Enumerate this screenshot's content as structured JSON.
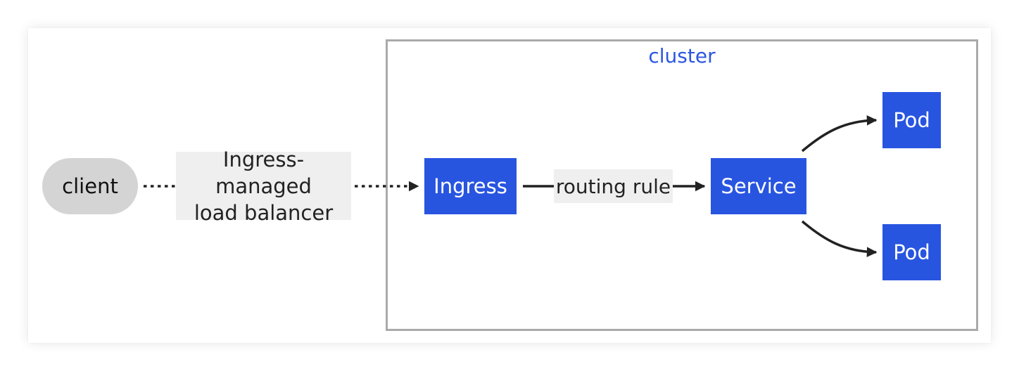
{
  "cluster": {
    "title": "cluster"
  },
  "nodes": {
    "client": "client",
    "ingress": "Ingress",
    "service": "Service",
    "pod_top": "Pod",
    "pod_bottom": "Pod"
  },
  "edges": {
    "load_balancer_label_line1": "Ingress-managed",
    "load_balancer_label_line2": "load balancer",
    "routing_label": "routing rule"
  },
  "colors": {
    "node_fill": "#2855e0",
    "client_fill": "#d4d4d4",
    "cluster_title": "#2b55e3",
    "cluster_border": "#aaaaaa",
    "edge_label_bg": "#efefef",
    "edge_stroke": "#222222"
  }
}
